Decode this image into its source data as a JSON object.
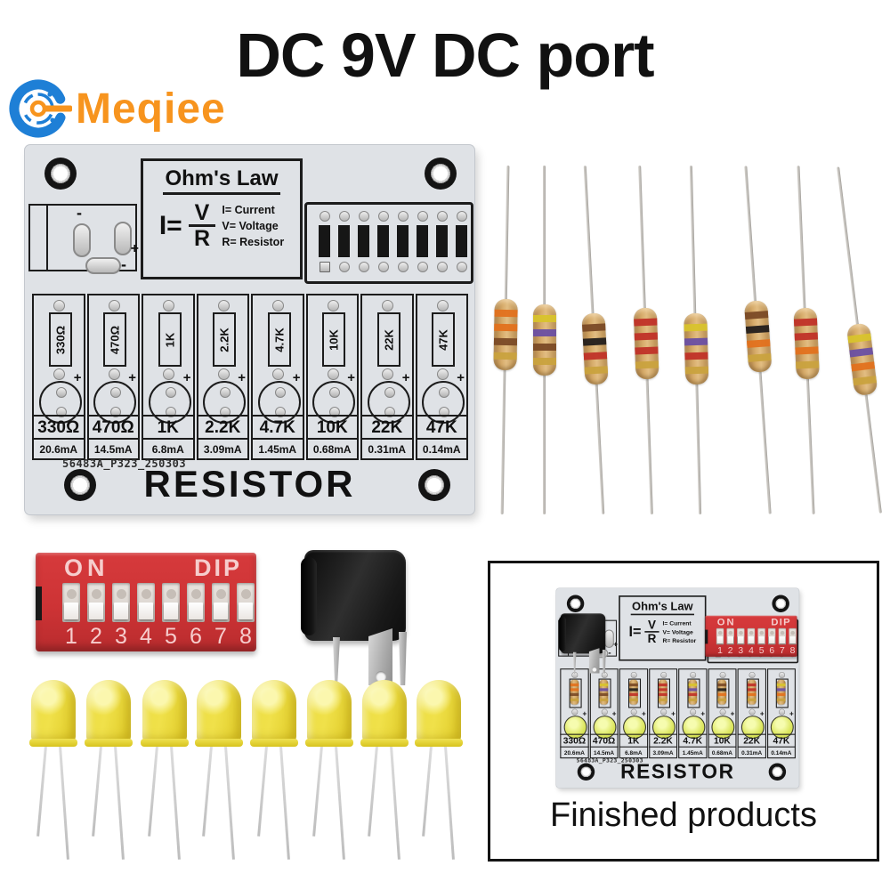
{
  "title": "DC 9V DC port",
  "brand": {
    "name": "Meqiee"
  },
  "board": {
    "ohms_law": {
      "title": "Ohm's Law",
      "i_eq": "I=",
      "numerator": "V",
      "denominator": "R",
      "legend": [
        "I= Current",
        "V= Voltage",
        "R= Resistor"
      ]
    },
    "jack_markings": {
      "minus_top": "-",
      "plus": "+",
      "minus_bottom": "-"
    },
    "plus_mark": "+",
    "columns": [
      {
        "value": "330Ω",
        "current": "20.6mA"
      },
      {
        "value": "470Ω",
        "current": "14.5mA"
      },
      {
        "value": "1K",
        "current": "6.8mA"
      },
      {
        "value": "2.2K",
        "current": "3.09mA"
      },
      {
        "value": "4.7K",
        "current": "1.45mA"
      },
      {
        "value": "10K",
        "current": "0.68mA"
      },
      {
        "value": "22K",
        "current": "0.31mA"
      },
      {
        "value": "47K",
        "current": "0.14mA"
      }
    ],
    "serial": "56483A_P323_250303",
    "board_label": "RESISTOR"
  },
  "dip_switch": {
    "on_label": "ON",
    "dip_label": "DIP",
    "positions": [
      "1",
      "2",
      "3",
      "4",
      "5",
      "6",
      "7",
      "8"
    ]
  },
  "loose_resistors": [
    {
      "value": "330Ω",
      "bands": [
        "#E2711D",
        "#E2711D",
        "#7A4A26",
        "#C9A23E"
      ]
    },
    {
      "value": "470Ω",
      "bands": [
        "#D8C32C",
        "#6A4FA3",
        "#7A4A26",
        "#C9A23E"
      ]
    },
    {
      "value": "1K",
      "bands": [
        "#7A4A26",
        "#231F1C",
        "#C03228",
        "#C9A23E"
      ]
    },
    {
      "value": "2.2K",
      "bands": [
        "#C03228",
        "#C03228",
        "#C03228",
        "#C9A23E"
      ]
    },
    {
      "value": "4.7K",
      "bands": [
        "#D8C32C",
        "#6A4FA3",
        "#C03228",
        "#C9A23E"
      ]
    },
    {
      "value": "10K",
      "bands": [
        "#7A4A26",
        "#231F1C",
        "#E2711D",
        "#C9A23E"
      ]
    },
    {
      "value": "22K",
      "bands": [
        "#C03228",
        "#C03228",
        "#E2711D",
        "#C9A23E"
      ]
    },
    {
      "value": "47K",
      "bands": [
        "#D8C32C",
        "#6A4FA3",
        "#E2711D",
        "#C9A23E"
      ]
    }
  ],
  "leds": {
    "count": 8
  },
  "inset": {
    "caption": "Finished products"
  },
  "colors": {
    "brand_blue": "#1E7FD6",
    "brand_orange": "#F7941E",
    "pcb_gray": "#DFE2E6",
    "silkscreen_black": "#1C1C1C",
    "dip_red": "#D63A3C",
    "dip_text_pink": "#F6CDCD",
    "led_yellow": "#F0E14A",
    "mounted_led_green": "#DCE65F",
    "resistor_body_tan": "#D7AC6B",
    "lead_silver": "#C0BDB8",
    "title_black": "#111111"
  }
}
